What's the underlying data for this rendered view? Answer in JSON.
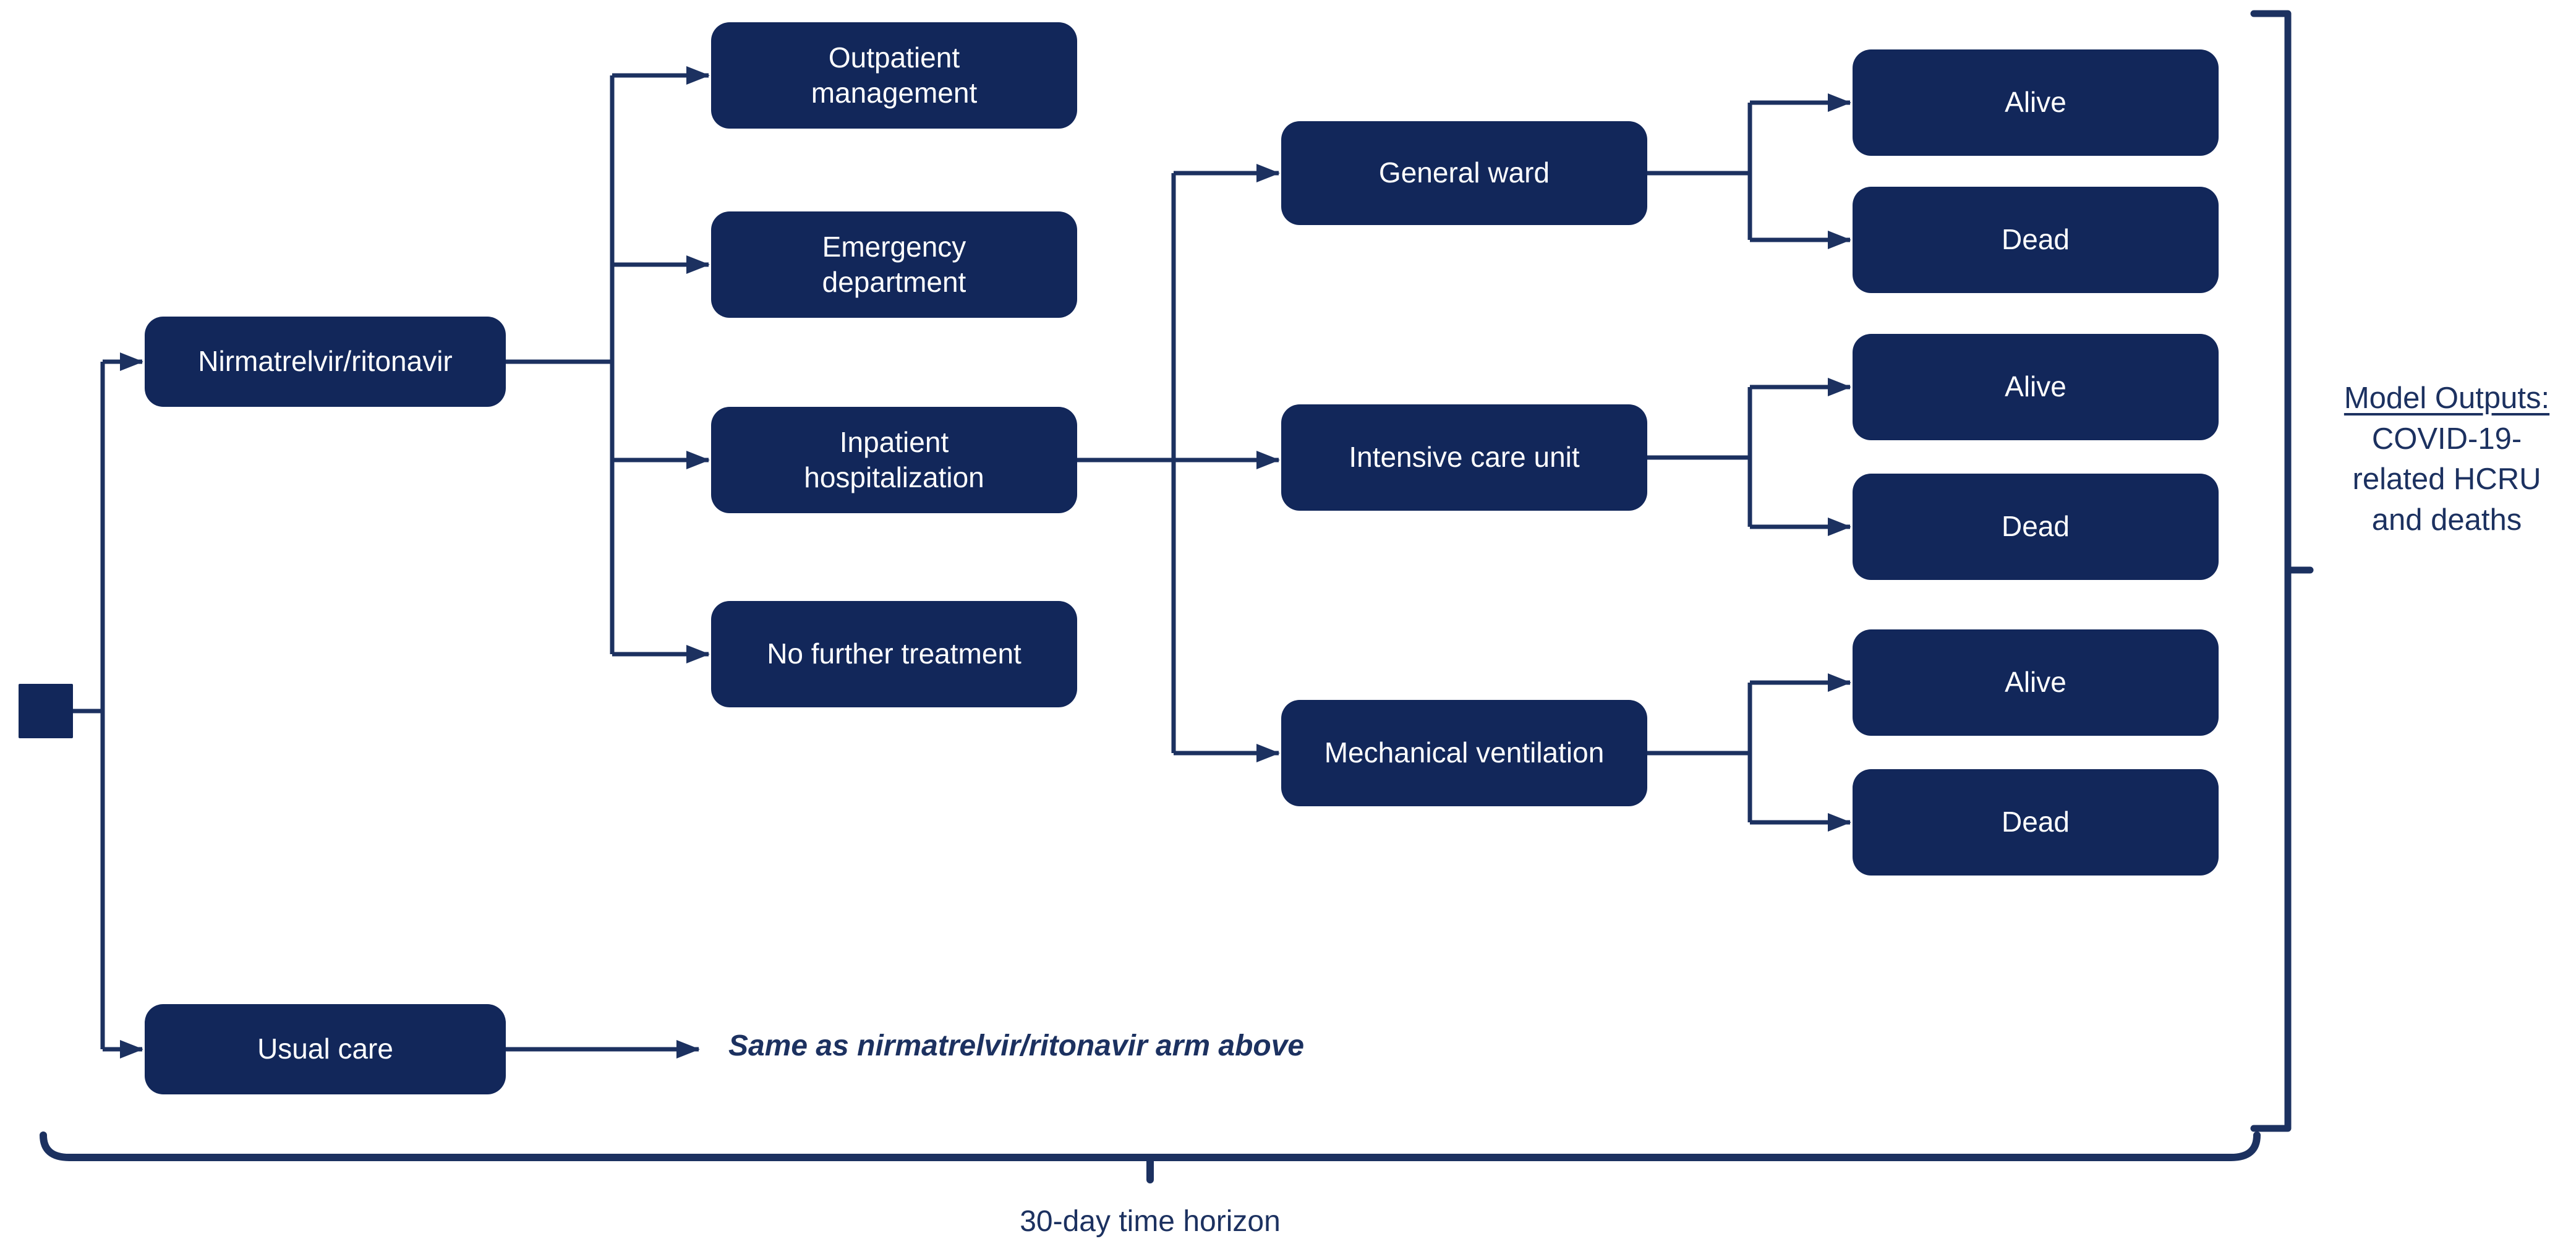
{
  "figure": {
    "nodes": {
      "arm1": "Nirmatrelvir/ritonavir",
      "arm2": "Usual care",
      "settings": [
        "Outpatient\nmanagement",
        "Emergency\ndepartment",
        "Inpatient\nhospitalization",
        "No further treatment"
      ],
      "wards": [
        "General ward",
        "Intensive care unit",
        "Mechanical ventilation"
      ],
      "outcomes": [
        "Alive",
        "Dead",
        "Alive",
        "Dead",
        "Alive",
        "Dead"
      ]
    },
    "annotations": {
      "usual_care_note": "Same as nirmatrelvir/ritonavir arm above",
      "model_outputs_heading": "Model Outputs:",
      "model_outputs_body": "COVID-19-\nrelated HCRU\nand deaths",
      "time_horizon_label": "30-day time horizon"
    },
    "colors": {
      "node_fill": "#12275a",
      "connector": "#1c3160",
      "note_text": "#1c3160",
      "node_text": "#ffffff",
      "background": "#ffffff"
    }
  }
}
